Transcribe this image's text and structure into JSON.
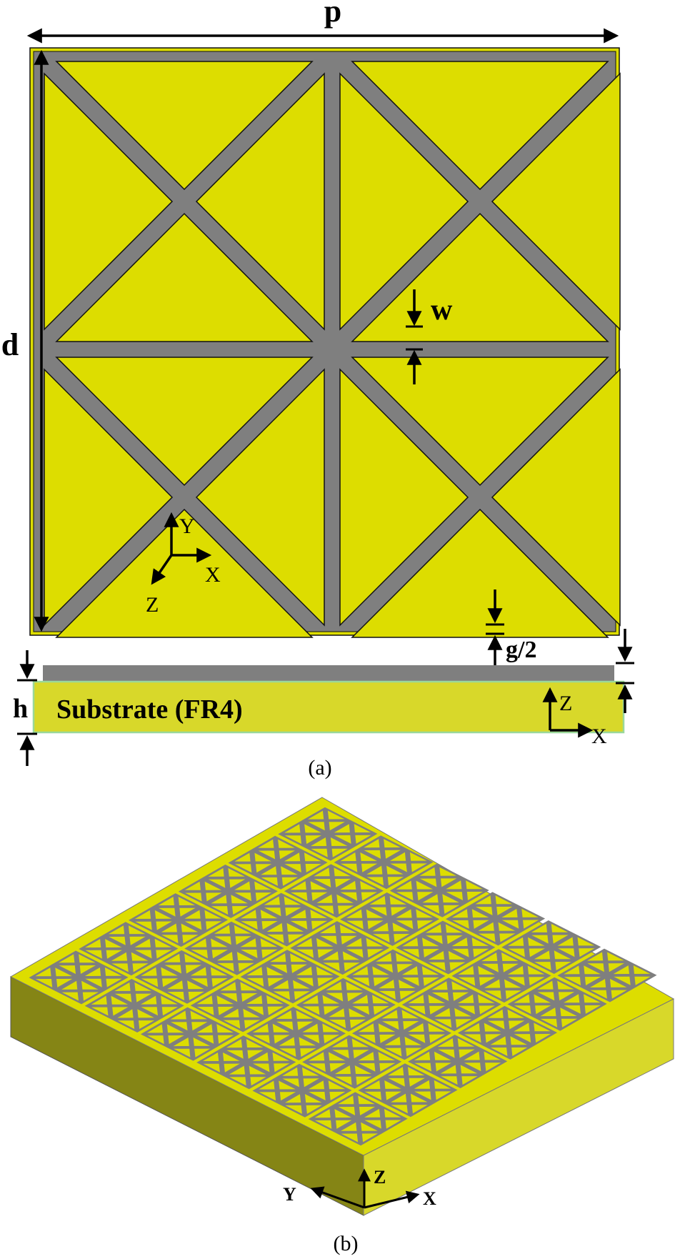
{
  "colors": {
    "metal": "#dddd00",
    "gap": "#7f7f7f",
    "outline": "#111111",
    "substrate": "#d8d82a",
    "substrate_left": "#858515",
    "substrate_edge": "#9ad89a",
    "ink": "#000000"
  },
  "panel_a": {
    "dim_p": "p",
    "dim_d": "d",
    "dim_w": "w",
    "dim_g": "g/2",
    "dim_h": "h",
    "substrate_label": "Substrate (FR4)",
    "axis_top": {
      "x": "X",
      "y": "Y",
      "z": "Z"
    },
    "axis_side": {
      "x": "X",
      "z": "Z"
    },
    "caption": "(a)"
  },
  "panel_b": {
    "array_rows": 6,
    "array_cols": 6,
    "axis": {
      "x": "X",
      "y": "Y",
      "z": "Z"
    },
    "caption": "(b)"
  }
}
